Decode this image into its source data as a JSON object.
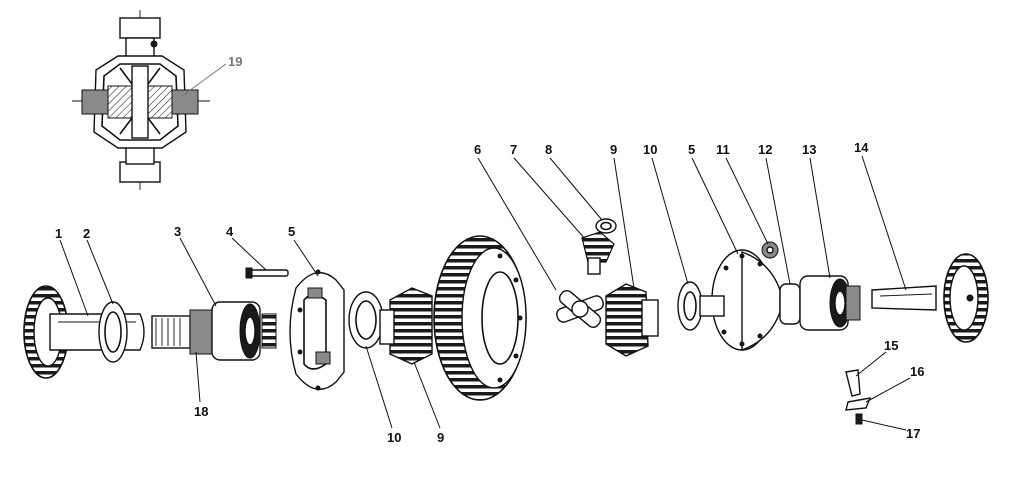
{
  "callouts": {
    "c1": "1",
    "c2": "2",
    "c3": "3",
    "c4": "4",
    "c5a": "5",
    "c6": "6",
    "c7": "7",
    "c8": "8",
    "c9a": "9",
    "c10a": "10",
    "c5b": "5",
    "c11": "11",
    "c12": "12",
    "c13": "13",
    "c14": "14",
    "c15": "15",
    "c16": "16",
    "c17": "17",
    "c18": "18",
    "c10b": "10",
    "c9b": "9",
    "c19": "19"
  },
  "colors": {
    "ink": "#111111",
    "inset_label": "#777777",
    "background": "#ffffff"
  }
}
